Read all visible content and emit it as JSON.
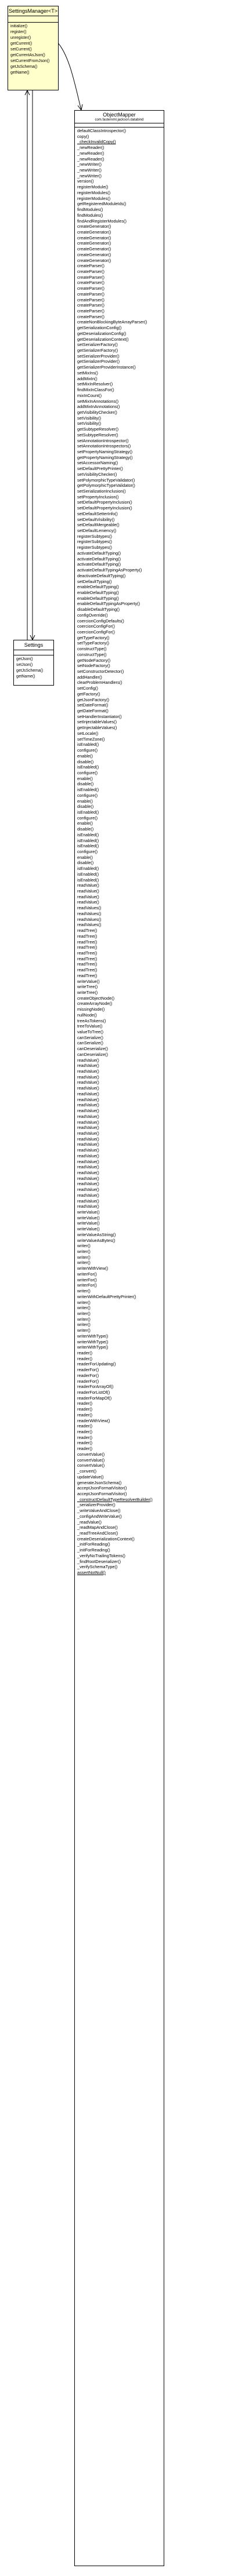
{
  "settings_manager": {
    "name": "SettingsManager<T>",
    "ops": [
      "initialize()",
      "register()",
      "unregister()",
      "getCurrent()",
      "setCurrent()",
      "getCurrentAsJson()",
      "setCurrentFromJson()",
      "getJsSchema()",
      "getName()"
    ]
  },
  "settings": {
    "name": "Settings",
    "ops": [
      "getJson()",
      "setJson()",
      "getJsSchema()",
      "getName()"
    ]
  },
  "object_mapper": {
    "name": "ObjectMapper",
    "package": "com.fasterxml.jackson.databind",
    "ops": [
      "defaultClassIntrospector()",
      "copy()",
      "_checkInvalidCopy()",
      "_newReader()",
      "_newReader()",
      "_newReader()",
      "_newWriter()",
      "_newWriter()",
      "_newWriter()",
      "version()",
      "registerModule()",
      "registerModules()",
      "registerModules()",
      "getRegisteredModuleIds()",
      "findModules()",
      "findModules()",
      "findAndRegisterModules()",
      "createGenerator()",
      "createGenerator()",
      "createGenerator()",
      "createGenerator()",
      "createGenerator()",
      "createGenerator()",
      "createGenerator()",
      "createParser()",
      "createParser()",
      "createParser()",
      "createParser()",
      "createParser()",
      "createParser()",
      "createParser()",
      "createParser()",
      "createParser()",
      "createParser()",
      "createNonBlockingByteArrayParser()",
      "getSerializationConfig()",
      "getDeserializationConfig()",
      "getDeserializationContext()",
      "setSerializerFactory()",
      "getSerializerFactory()",
      "setSerializerProvider()",
      "getSerializerProvider()",
      "getSerializerProviderInstance()",
      "setMixIns()",
      "addMixIn()",
      "setMixInResolver()",
      "findMixInClassFor()",
      "mixInCount()",
      "setMixInAnnotations()",
      "addMixInAnnotations()",
      "getVisibilityChecker()",
      "setVisibility()",
      "setVisibility()",
      "getSubtypeResolver()",
      "setSubtypeResolver()",
      "setAnnotationIntrospector()",
      "setAnnotationIntrospectors()",
      "setPropertyNamingStrategy()",
      "getPropertyNamingStrategy()",
      "setAccessorNaming()",
      "setDefaultPrettyPrinter()",
      "setVisibilityChecker()",
      "setPolymorphicTypeValidator()",
      "getPolymorphicTypeValidator()",
      "setSerializationInclusion()",
      "setPropertyInclusion()",
      "setDefaultPropertyInclusion()",
      "setDefaultPropertyInclusion()",
      "setDefaultSetterInfo()",
      "setDefaultVisibility()",
      "setDefaultMergeable()",
      "setDefaultLeniency()",
      "registerSubtypes()",
      "registerSubtypes()",
      "registerSubtypes()",
      "activateDefaultTyping()",
      "activateDefaultTyping()",
      "activateDefaultTyping()",
      "activateDefaultTypingAsProperty()",
      "deactivateDefaultTyping()",
      "setDefaultTyping()",
      "enableDefaultTyping()",
      "enableDefaultTyping()",
      "enableDefaultTyping()",
      "enableDefaultTypingAsProperty()",
      "disableDefaultTyping()",
      "configOverride()",
      "coercionConfigDefaults()",
      "coercionConfigFor()",
      "coercionConfigFor()",
      "getTypeFactory()",
      "setTypeFactory()",
      "constructType()",
      "constructType()",
      "getNodeFactory()",
      "setNodeFactory()",
      "setConstructorDetector()",
      "addHandler()",
      "clearProblemHandlers()",
      "setConfig()",
      "getFactory()",
      "getJsonFactory()",
      "setDateFormat()",
      "getDateFormat()",
      "setHandlerInstantiator()",
      "setInjectableValues()",
      "getInjectableValues()",
      "setLocale()",
      "setTimeZone()",
      "isEnabled()",
      "configure()",
      "enable()",
      "disable()",
      "isEnabled()",
      "configure()",
      "enable()",
      "disable()",
      "isEnabled()",
      "configure()",
      "enable()",
      "disable()",
      "isEnabled()",
      "configure()",
      "enable()",
      "disable()",
      "isEnabled()",
      "isEnabled()",
      "isEnabled()",
      "configure()",
      "enable()",
      "disable()",
      "isEnabled()",
      "isEnabled()",
      "isEnabled()",
      "readValue()",
      "readValue()",
      "readValue()",
      "readValue()",
      "readValues()",
      "readValues()",
      "readValues()",
      "readValues()",
      "readTree()",
      "readTree()",
      "readTree()",
      "readTree()",
      "readTree()",
      "readTree()",
      "readTree()",
      "readTree()",
      "readTree()",
      "writeValue()",
      "writeTree()",
      "writeTree()",
      "createObjectNode()",
      "createArrayNode()",
      "missingNode()",
      "nullNode()",
      "treeAsTokens()",
      "treeToValue()",
      "valueToTree()",
      "canSerialize()",
      "canSerialize()",
      "canDeserialize()",
      "canDeserialize()",
      "readValue()",
      "readValue()",
      "readValue()",
      "readValue()",
      "readValue()",
      "readValue()",
      "readValue()",
      "readValue()",
      "readValue()",
      "readValue()",
      "readValue()",
      "readValue()",
      "readValue()",
      "readValue()",
      "readValue()",
      "readValue()",
      "readValue()",
      "readValue()",
      "readValue()",
      "readValue()",
      "readValue()",
      "readValue()",
      "readValue()",
      "readValue()",
      "readValue()",
      "readValue()",
      "readValue()",
      "writeValue()",
      "writeValue()",
      "writeValue()",
      "writeValue()",
      "writeValueAsString()",
      "writeValueAsBytes()",
      "writer()",
      "writer()",
      "writer()",
      "writer()",
      "writerWithView()",
      "writerFor()",
      "writerFor()",
      "writerFor()",
      "writer()",
      "writerWithDefaultPrettyPrinter()",
      "writer()",
      "writer()",
      "writer()",
      "writer()",
      "writer()",
      "writer()",
      "writerWithType()",
      "writerWithType()",
      "writerWithType()",
      "reader()",
      "reader()",
      "readerForUpdating()",
      "readerFor()",
      "readerFor()",
      "readerFor()",
      "readerForArrayOf()",
      "readerForListOf()",
      "readerForMapOf()",
      "reader()",
      "reader()",
      "reader()",
      "readerWithView()",
      "reader()",
      "reader()",
      "reader()",
      "reader()",
      "reader()",
      "convertValue()",
      "convertValue()",
      "convertValue()",
      "_convert()",
      "updateValue()",
      "generateJsonSchema()",
      "acceptJsonFormatVisitor()",
      "acceptJsonFormatVisitor()",
      "_constructDefaultTypeResolverBuilder()",
      "_serializerProvider()",
      "_writeValueAndClose()",
      "_configAndWriteValue()",
      "_readValue()",
      "_readMapAndClose()",
      "_readTreeAndClose()",
      "createDeserializationContext()",
      "_initForReading()",
      "_initForReading()",
      "_verifyNoTrailingTokens()",
      "_findRootDeserializer()",
      "_verifySchemaType()",
      "assertNotNull()"
    ],
    "static_ops": [
      "_checkInvalidCopy()",
      "_constructDefaultTypeResolverBuilder()",
      "assertNotNull()"
    ]
  }
}
